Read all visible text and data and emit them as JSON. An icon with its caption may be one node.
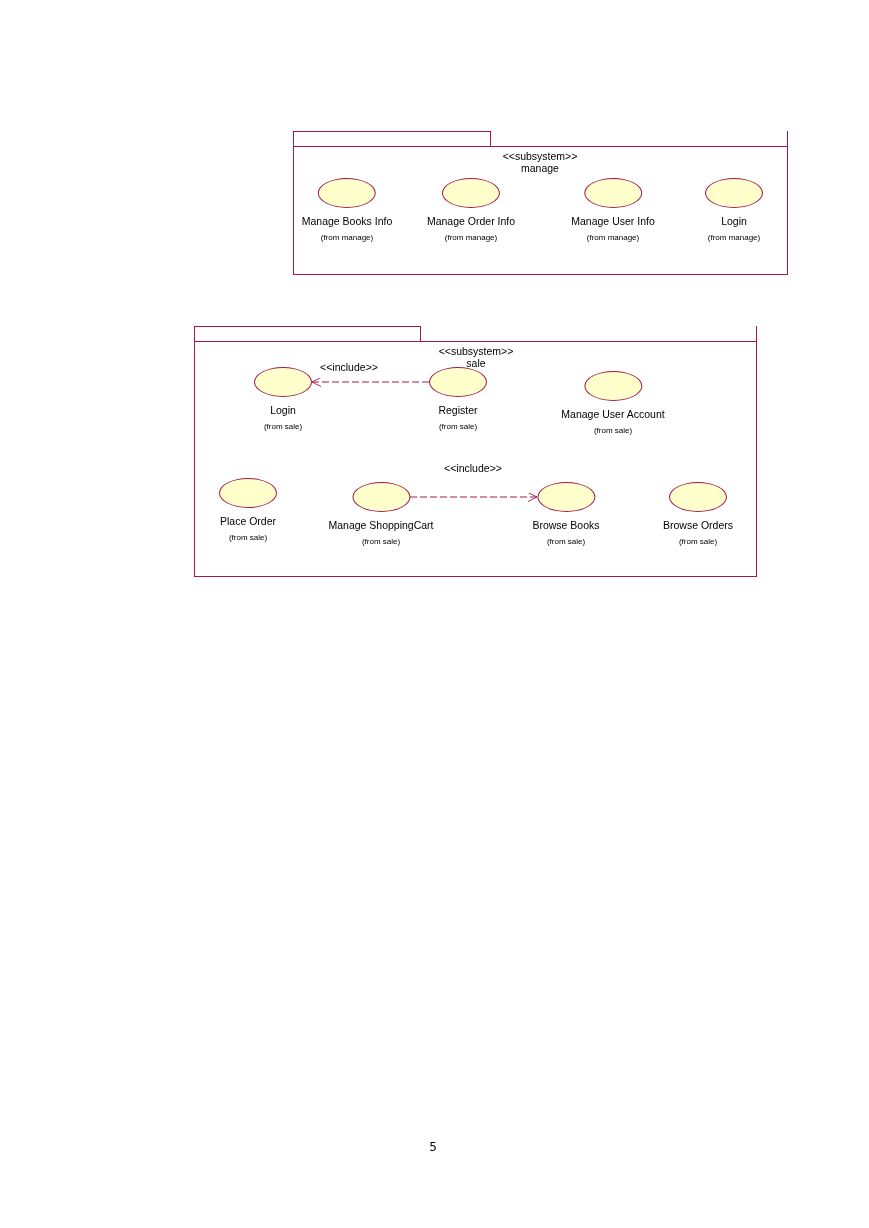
{
  "diagram": {
    "nodes": [
      {
        "text": [
          "<<subsystem>>",
          "manage"
        ]
      },
      {
        "text": [
          "Manage Books Info",
          "(from manage)"
        ],
        "in": 0
      },
      {
        "text": [
          "Manage Order Info",
          "(from manage)"
        ],
        "in": 0
      },
      {
        "text": [
          "Manage User Info",
          "(from manage)"
        ],
        "in": 0
      },
      {
        "text": [
          "Login",
          "(from manage)"
        ],
        "in": 0
      },
      {
        "text": [
          "<<subsystem>>",
          "sale"
        ]
      },
      {
        "text": [
          "Login",
          "(from sale)"
        ],
        "in": 5
      },
      {
        "text": [
          "Register",
          "(from sale)"
        ],
        "in": 5
      },
      {
        "text": [
          "Manage User Account",
          "(from sale)"
        ],
        "in": 5
      },
      {
        "text": [
          "Place Order",
          "(from sale)"
        ],
        "in": 5
      },
      {
        "text": [
          "Manage ShoppingCart",
          "(from sale)"
        ],
        "in": 5
      },
      {
        "text": [
          "Browse Books",
          "(from sale)"
        ],
        "in": 5
      },
      {
        "text": [
          "Browse Orders",
          "(from sale)"
        ],
        "in": 5
      }
    ],
    "edges": [
      {
        "from": 7,
        "to": 6,
        "arrow": "to",
        "label": "<<include>>",
        "style": "dashed"
      },
      {
        "from": 10,
        "to": 11,
        "arrow": "to",
        "label": "<<include>>",
        "style": "dashed"
      }
    ],
    "labels": [
      "5"
    ]
  }
}
